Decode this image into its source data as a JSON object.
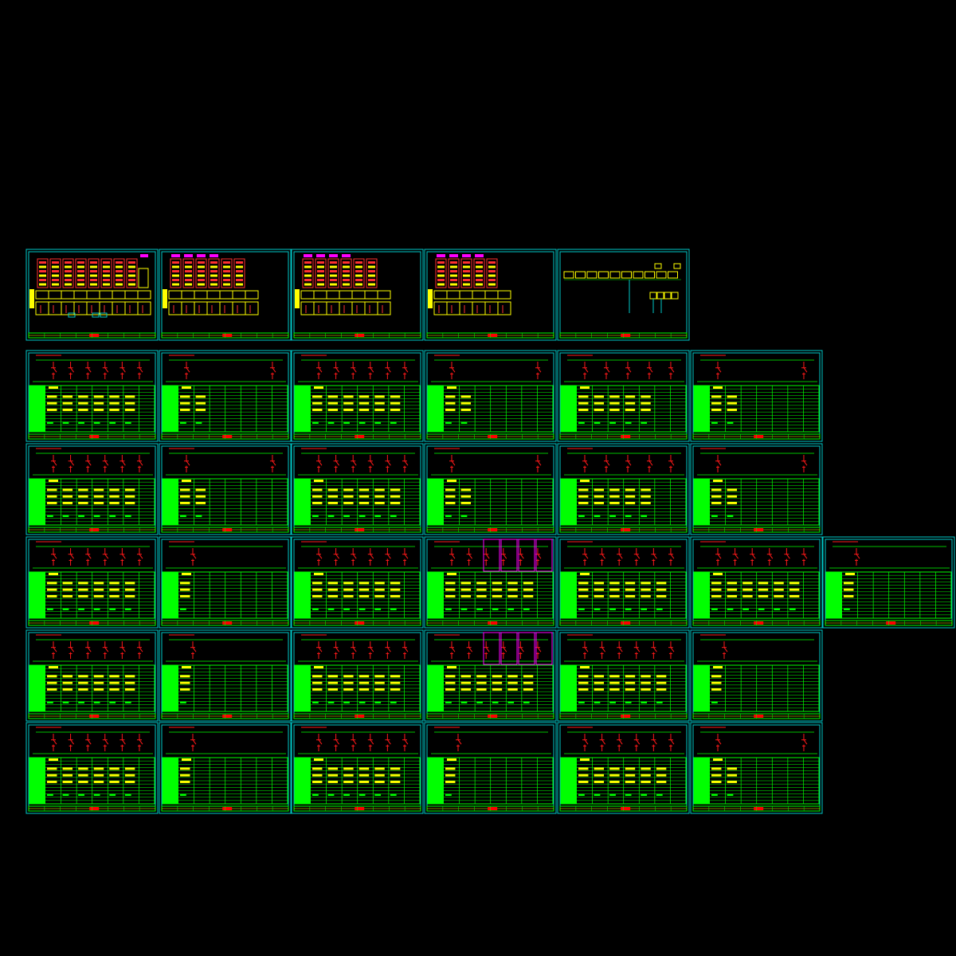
{
  "colors": {
    "background": "#000000",
    "frame": "#00c8c8",
    "table": "#00ff00",
    "highlight": "#ffff00",
    "circuit": "#ff1a1a",
    "accent": "#ff00ff",
    "stamp": "#ff0000",
    "cabinet": "#ff3030"
  },
  "drawing": {
    "sheet_groups": [
      {
        "kind": "cabinet-layout",
        "sheet_count": 5
      },
      {
        "kind": "circuit-schedule",
        "sheet_count": 31
      }
    ],
    "rows": [
      {
        "row": 1,
        "sheets": [
          "cabinet",
          "cabinet",
          "cabinet",
          "cabinet",
          "system"
        ]
      },
      {
        "row": 2,
        "circuits": [
          6,
          2,
          6,
          2,
          5,
          2
        ]
      },
      {
        "row": 3,
        "circuits": [
          6,
          2,
          6,
          2,
          5,
          2
        ]
      },
      {
        "row": 4,
        "circuits": [
          6,
          1,
          6,
          6,
          6,
          6,
          1
        ],
        "boxed": [
          false,
          false,
          false,
          true,
          false,
          false,
          false
        ]
      },
      {
        "row": 5,
        "circuits": [
          6,
          1,
          6,
          6,
          6,
          1
        ],
        "boxed": [
          false,
          false,
          false,
          true,
          false,
          false
        ]
      },
      {
        "row": 6,
        "circuits": [
          6,
          1,
          6,
          1,
          6,
          2
        ]
      }
    ]
  }
}
